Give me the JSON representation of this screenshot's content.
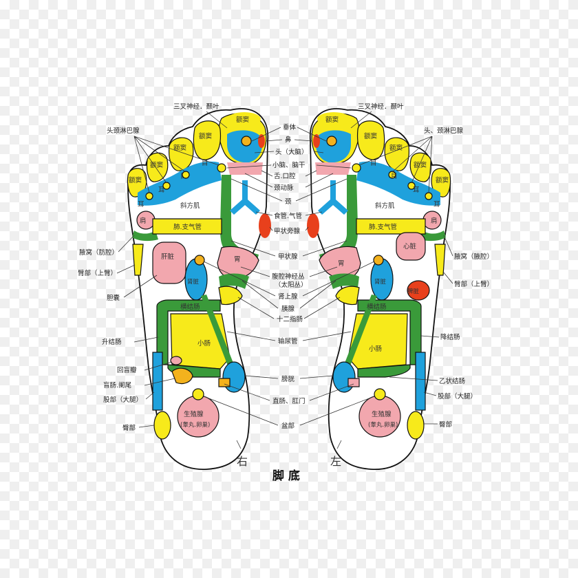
{
  "title": "脚 底",
  "feet": {
    "right": {
      "side_label": "右"
    },
    "left": {
      "side_label": "左"
    }
  },
  "zones": {
    "e_dou": "额窦",
    "er": "耳",
    "mu": "目",
    "xie_fang_ji": "斜方肌",
    "jian": "肩",
    "fei_zhi_qi_guan": "肺.支气管",
    "gan_zang": "肝脏",
    "wei": "胃",
    "shen_zang": "肾脏",
    "heng_jie_chang": "横结肠",
    "xiao_chang": "小肠",
    "sheng_zhi_xian_1": "生殖腺",
    "sheng_zhi_xian_2": "(睾丸.卵巢)",
    "xin_zang": "心脏",
    "pi_zang": "脾脏"
  },
  "right_labels": [
    "三叉神经．颞叶",
    "头颈淋巴腺",
    "腋窝（肪腔）",
    "臂部（上臂）",
    "胆囊",
    "升结肠",
    "回盲瓣",
    "盲肠.阑尾",
    "股部（大腿）",
    "臀部"
  ],
  "center_labels": [
    "垂体",
    "鼻",
    "头（大脑）",
    "小脑、脑干",
    "舌.口腔",
    "颈动脉",
    "颈",
    "食管.气管",
    "甲状旁腺",
    "甲状腺",
    "腹腔神经丛",
    "（太阳丛）",
    "肾上腺",
    "胰腺",
    "十二指肠",
    "输尿管",
    "膀胱",
    "直肠、肛门",
    "盆部"
  ],
  "left_labels": [
    "三叉神经．颞叶",
    "头、颈淋巴腺",
    "腋窝（腋腔）",
    "臂部（上臂）",
    "降结肠",
    "乙状结肠",
    "股部（大腿）",
    "臀部"
  ],
  "colors": {
    "yellow": "#f7ea1b",
    "blue": "#1fa1dc",
    "green": "#3a9a3a",
    "pink": "#f2a7ae",
    "red": "#e8401c",
    "orange": "#f3b21d"
  }
}
